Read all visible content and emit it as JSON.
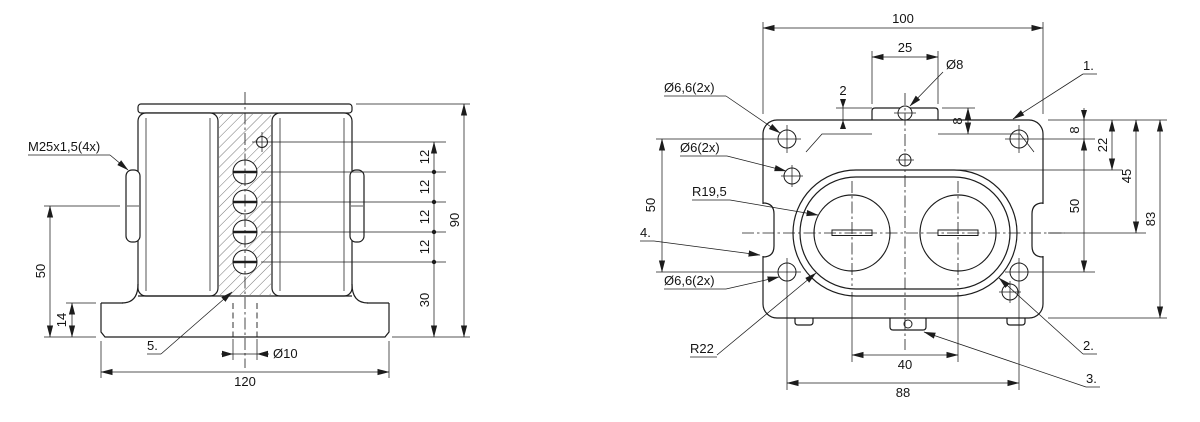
{
  "drawing": {
    "colors": {
      "background": "#ffffff",
      "line": "#1c1c1c"
    },
    "front_view": {
      "labels": {
        "gland_thread": "M25x1,5(4x)",
        "item_5": "5.",
        "base_hole": "Ø10"
      },
      "dims": {
        "left_height": "50",
        "base_height": "14",
        "pitch_1": "12",
        "pitch_2": "12",
        "pitch_3": "12",
        "pitch_4": "12",
        "bottom_offset": "30",
        "total_height": "90",
        "base_width": "120"
      }
    },
    "top_view": {
      "labels": {
        "item_1": "1.",
        "item_2": "2.",
        "item_3": "3.",
        "item_4": "4.",
        "corner_holes_top": "Ø6,6(2x)",
        "side_holes": "Ø6(2x)",
        "corner_holes_bottom": "Ø6,6(2x)",
        "bore_radius": "R19,5",
        "pocket_radius": "R22",
        "top_hole": "Ø8"
      },
      "dims": {
        "overall_width": "100",
        "tab_width": "25",
        "tab_step": "2",
        "tab_height": "8",
        "edge_to_hole": "8",
        "edge_to_pocket": "22",
        "edge_to_axis": "45",
        "holes_pitch_right": "50",
        "holes_pitch_left": "50",
        "overall_height": "83",
        "bore_pitch": "40",
        "holes_pitch_h": "88"
      }
    }
  }
}
